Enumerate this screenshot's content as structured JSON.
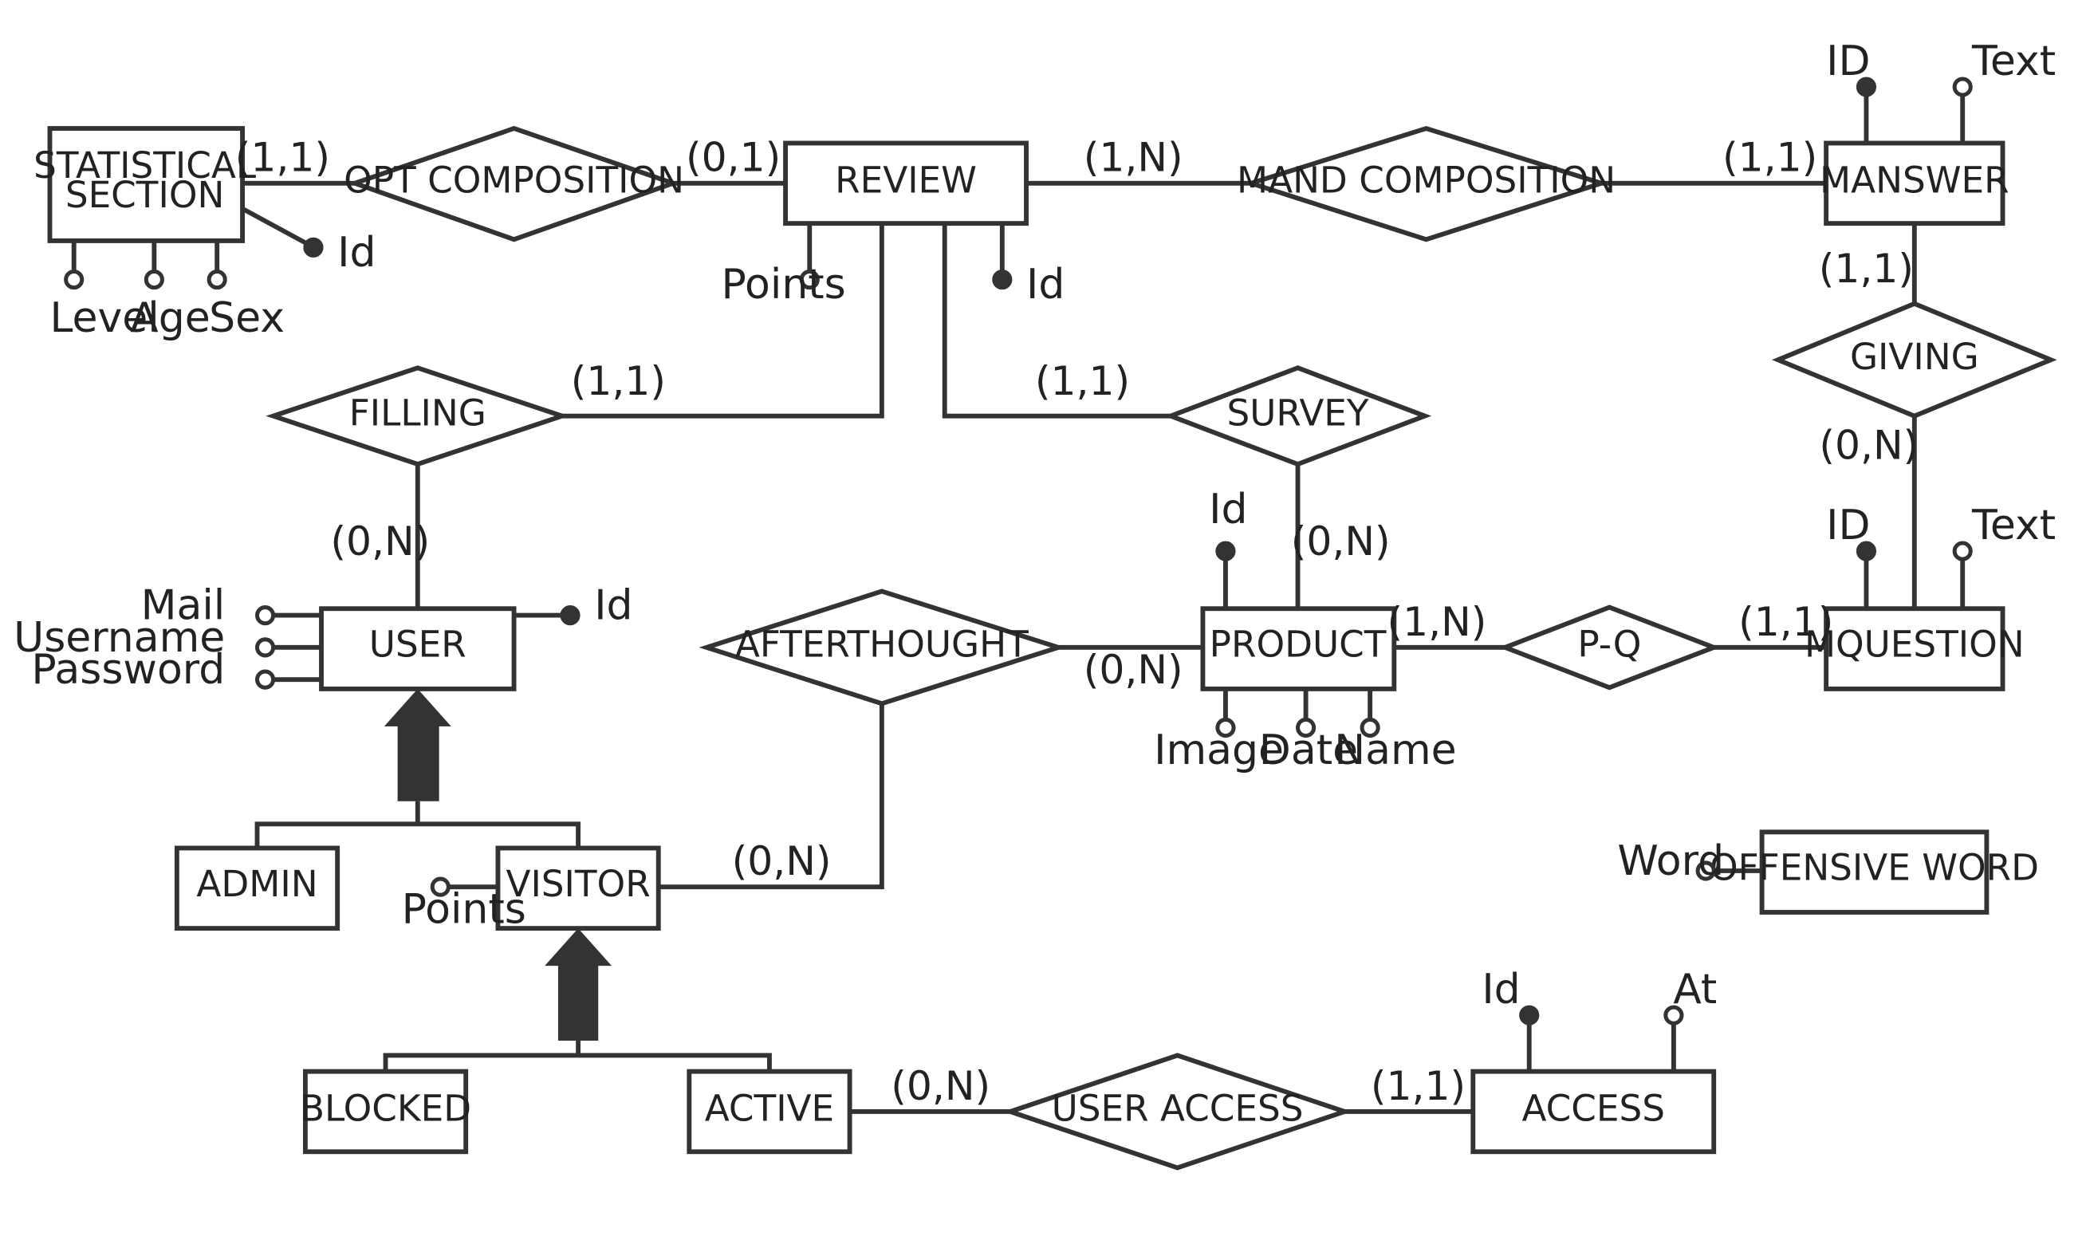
{
  "entities": [
    {
      "id": "statistical_section",
      "lines": [
        "STATISTICAL",
        "SECTION"
      ]
    },
    {
      "id": "review",
      "lines": [
        "REVIEW"
      ]
    },
    {
      "id": "manswer",
      "lines": [
        "MANSWER"
      ]
    },
    {
      "id": "user",
      "lines": [
        "USER"
      ]
    },
    {
      "id": "product",
      "lines": [
        "PRODUCT"
      ]
    },
    {
      "id": "mquestion",
      "lines": [
        "MQUESTION"
      ]
    },
    {
      "id": "admin",
      "lines": [
        "ADMIN"
      ]
    },
    {
      "id": "visitor",
      "lines": [
        "VISITOR"
      ]
    },
    {
      "id": "offensive_word",
      "lines": [
        "OFFENSIVE WORD"
      ]
    },
    {
      "id": "blocked",
      "lines": [
        "BLOCKED"
      ]
    },
    {
      "id": "active",
      "lines": [
        "ACTIVE"
      ]
    },
    {
      "id": "access",
      "lines": [
        "ACCESS"
      ]
    }
  ],
  "relationships": [
    {
      "id": "opt_composition",
      "label": "OPT COMPOSITION"
    },
    {
      "id": "mand_composition",
      "label": "MAND COMPOSITION"
    },
    {
      "id": "giving",
      "label": "GIVING"
    },
    {
      "id": "filling",
      "label": "FILLING"
    },
    {
      "id": "survey",
      "label": "SURVEY"
    },
    {
      "id": "afterthought",
      "label": "AFTERTHOUGHT"
    },
    {
      "id": "p_q",
      "label": "P-Q"
    },
    {
      "id": "user_access",
      "label": "USER ACCESS"
    }
  ],
  "attributes": [
    {
      "id": "ss_level",
      "label": "Level",
      "key": false
    },
    {
      "id": "ss_age",
      "label": "Age",
      "key": false
    },
    {
      "id": "ss_sex",
      "label": "Sex",
      "key": false
    },
    {
      "id": "ss_id",
      "label": "Id",
      "key": true
    },
    {
      "id": "review_points",
      "label": "Points",
      "key": false
    },
    {
      "id": "review_id",
      "label": "Id",
      "key": true
    },
    {
      "id": "manswer_id",
      "label": "ID",
      "key": true
    },
    {
      "id": "manswer_text",
      "label": "Text",
      "key": false
    },
    {
      "id": "mquestion_id",
      "label": "ID",
      "key": true
    },
    {
      "id": "mquestion_text",
      "label": "Text",
      "key": false
    },
    {
      "id": "user_mail",
      "label": "Mail",
      "key": false
    },
    {
      "id": "user_username",
      "label": "Username",
      "key": false
    },
    {
      "id": "user_password",
      "label": "Password",
      "key": false
    },
    {
      "id": "user_id",
      "label": "Id",
      "key": true
    },
    {
      "id": "product_id",
      "label": "Id",
      "key": true
    },
    {
      "id": "product_image",
      "label": "Image",
      "key": false
    },
    {
      "id": "product_date",
      "label": "Date",
      "key": false
    },
    {
      "id": "product_name",
      "label": "Name",
      "key": false
    },
    {
      "id": "visitor_points",
      "label": "Points",
      "key": false
    },
    {
      "id": "ow_word",
      "label": "Word",
      "key": false
    },
    {
      "id": "access_id",
      "label": "Id",
      "key": true
    },
    {
      "id": "access_at",
      "label": "At",
      "key": false
    }
  ],
  "cardinalities": [
    {
      "id": "c_ss_opt",
      "label": "(1,1)"
    },
    {
      "id": "c_review_opt",
      "label": "(0,1)"
    },
    {
      "id": "c_review_mand",
      "label": "(1,N)"
    },
    {
      "id": "c_manswer_mand",
      "label": "(1,1)"
    },
    {
      "id": "c_manswer_giving",
      "label": "(1,1)"
    },
    {
      "id": "c_mquestion_giving",
      "label": "(0,N)"
    },
    {
      "id": "c_review_filling",
      "label": "(1,1)"
    },
    {
      "id": "c_review_survey",
      "label": "(1,1)"
    },
    {
      "id": "c_user_filling",
      "label": "(0,N)"
    },
    {
      "id": "c_product_survey",
      "label": "(0,N)"
    },
    {
      "id": "c_product_pq",
      "label": "(1,N)"
    },
    {
      "id": "c_mquestion_pq",
      "label": "(1,1)"
    },
    {
      "id": "c_product_after",
      "label": "(0,N)"
    },
    {
      "id": "c_visitor_after",
      "label": "(0,N)"
    },
    {
      "id": "c_active_ua",
      "label": "(0,N)"
    },
    {
      "id": "c_access_ua",
      "label": "(1,1)"
    }
  ],
  "generalizations": [
    {
      "id": "user_generalization",
      "parent": "USER",
      "children": [
        "ADMIN",
        "VISITOR"
      ]
    },
    {
      "id": "visitor_generalization",
      "parent": "VISITOR",
      "children": [
        "BLOCKED",
        "ACTIVE"
      ]
    }
  ]
}
